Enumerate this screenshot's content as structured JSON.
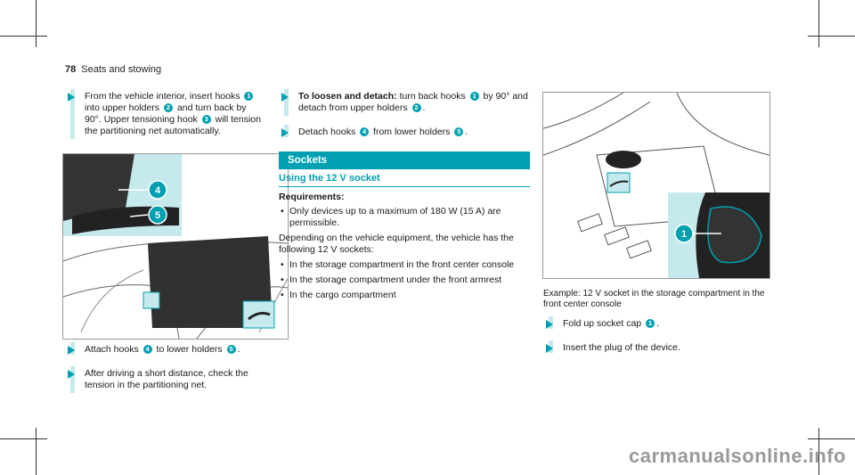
{
  "header": {
    "page_number": "78",
    "section": "Seats and stowing"
  },
  "left": {
    "step1": {
      "pre": "From the vehicle interior, insert hooks ",
      "n1": "1",
      "mid1": " into upper holders ",
      "n2": "2",
      "mid2": " and turn back by 90°. Upper tensioning hook ",
      "n3": "3",
      "post": " will tension the partitioning net automatically."
    },
    "figure_callouts": [
      "4",
      "5"
    ],
    "step2": {
      "pre": "Attach hooks ",
      "n4": "4",
      "mid": " to lower holders ",
      "n5": "5",
      "post": "."
    },
    "step3": {
      "text": "After driving a short distance, check the tension in the partitioning net."
    }
  },
  "middle": {
    "step1": {
      "bold": "To loosen and detach:",
      "pre": " turn back hooks ",
      "n1": "1",
      "mid": " by 90° and detach from upper holders ",
      "n2": "2",
      "post": "."
    },
    "step2": {
      "pre": "Detach hooks ",
      "n4": "4",
      "mid": " from lower holders ",
      "n5": "5",
      "post": "."
    },
    "section_title": "Sockets",
    "subsection_title": "Using the 12 V socket",
    "requirements_label": "Requirements:",
    "req_items": [
      "Only devices up to a maximum of 180 W (15 A) are permissible."
    ],
    "paragraph": "Depending on the vehicle equipment, the vehicle has the following 12 V sockets:",
    "socket_items": [
      "In the storage compartment in the front center console",
      "In the storage compartment under the front armrest",
      "In the cargo compartment"
    ]
  },
  "right": {
    "figure_callout": "1",
    "caption": "Example: 12 V socket in the storage compartment in the front center console",
    "step1": {
      "pre": "Fold up socket cap ",
      "n1": "1",
      "post": "."
    },
    "step2": {
      "text": "Insert the plug of the device."
    }
  },
  "watermark": "carmanualsonline.info",
  "colors": {
    "accent": "#00a0b0",
    "accent_light": "#c5e9ec"
  }
}
